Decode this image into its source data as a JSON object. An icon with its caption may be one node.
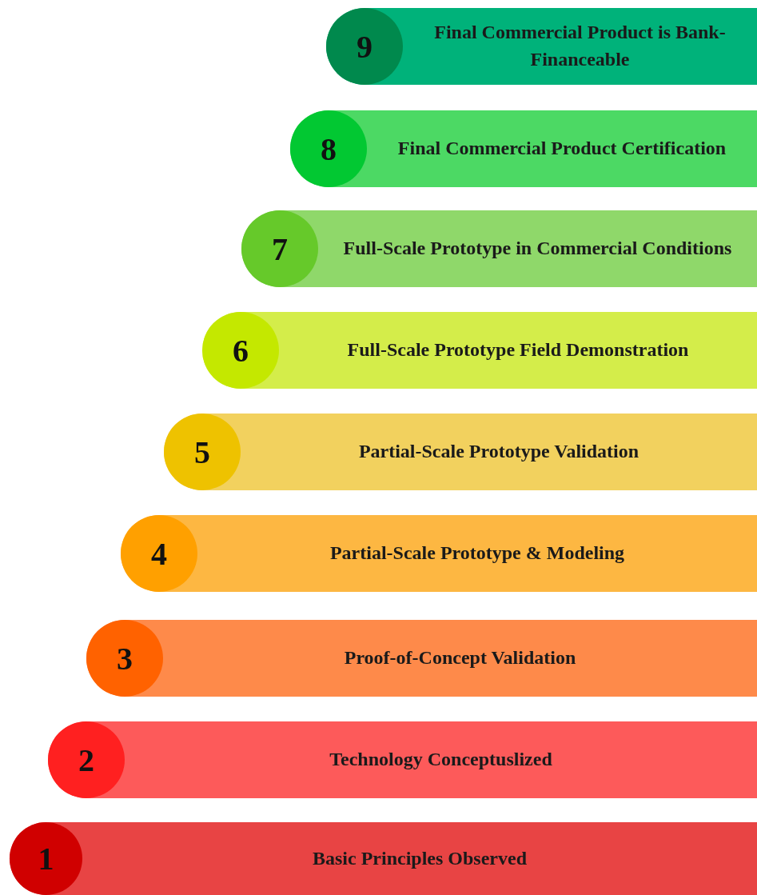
{
  "diagram": {
    "nodes": [
      {
        "text": [
          "9",
          "Final Commercial Product is Bank-Financeable"
        ]
      },
      {
        "text": [
          "8",
          "Final Commercial Product Certification"
        ]
      },
      {
        "text": [
          "7",
          "Full-Scale Prototype in Commercial Conditions"
        ]
      },
      {
        "text": [
          "6",
          "Full-Scale Prototype Field Demonstration"
        ]
      },
      {
        "text": [
          "5",
          "Partial-Scale Prototype Validation"
        ]
      },
      {
        "text": [
          "4",
          "Partial-Scale Prototype & Modeling"
        ]
      },
      {
        "text": [
          "3",
          "Proof-of-Concept Validation"
        ]
      },
      {
        "text": [
          "2",
          "Technology Conceptuslized"
        ]
      },
      {
        "text": [
          "1",
          "Basic Principles Observed"
        ]
      }
    ]
  }
}
